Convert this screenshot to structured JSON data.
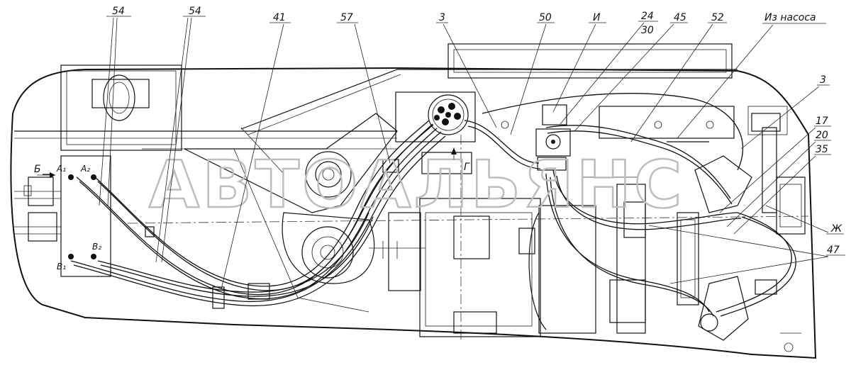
{
  "labels": {
    "l54a": "54",
    "l54b": "54",
    "l41": "41",
    "l57": "57",
    "l3a": "3",
    "l50": "50",
    "lI": "И",
    "l24": "24",
    "l30": "30",
    "l45": "45",
    "l52": "52",
    "pump": "Из насоса",
    "l3b": "3",
    "l17": "17",
    "l20": "20",
    "l35": "35",
    "lZh": "Ж",
    "l47": "47",
    "lB": "Б",
    "lA1": "A₁",
    "lA2": "A₂",
    "lV2": "B₂",
    "lV1": "B₁",
    "lG": "Г"
  },
  "watermark": "АВТОАЛЬЯНС"
}
